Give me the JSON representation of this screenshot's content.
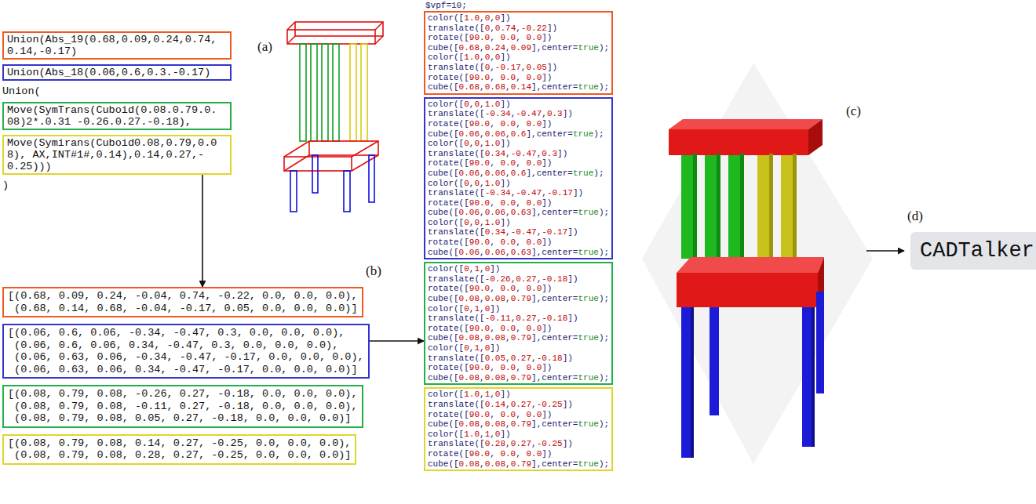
{
  "diagram": {
    "nodes": [
      {
        "text": [
          "Union(Abs_19(0.68,0.09,0.24,0.74, 0.14,-0.17)"
        ]
      },
      {
        "text": [
          "Union(Abs_18(0.06,0.6,0.3.-0.17)"
        ]
      },
      {
        "text": [
          "Move(SymTrans(Cuboid(0.08.0.79.0. 08)2*.0.31 -0.26.0.27.-0.18),"
        ]
      },
      {
        "text": [
          "Move(Symirans(Cuboid0.08,0.79,0.0 8), AX,INT#1#,0.14),0.14,0.27,- 0.25)))"
        ]
      },
      {
        "text": [
          "[(0.68, 0.09, 0.24, -0.04, 0.74, -0.22, 0.0, 0.0, 0.0),",
          "(0.68, 0.14, 0.68, -0.04, -0.17, 0.05, 0.0, 0.0, 0.0)]"
        ]
      },
      {
        "text": [
          "[(0.06, 0.6, 0.06, -0.34, -0.47, 0.3, 0.0, 0.0, 0.0),",
          "(0.06, 0.6, 0.06, 0.34, -0.47, 0.3, 0.0, 0.0, 0.0),",
          "(0.06, 0.63, 0.06, -0.34, -0.47, -0.17, 0.0, 0.0, 0.0),",
          "(0.06, 0.63, 0.06, 0.34, -0.47, -0.17, 0.0, 0.0, 0.0)]"
        ]
      },
      {
        "text": [
          "[(0.08, 0.79, 0.08, -0.26, 0.27, -0.18, 0.0, 0.0, 0.0),",
          "(0.08, 0.79, 0.08, -0.11, 0.27, -0.18, 0.0, 0.0, 0.0),",
          "(0.08, 0.79, 0.08, 0.05, 0.27, -0.18, 0.0, 0.0, 0.0)]"
        ]
      },
      {
        "text": [
          "[(0.08, 0.79, 0.08, 0.14, 0.27, -0.25, 0.0, 0.0, 0.0),",
          "(0.08, 0.79, 0.08, 0.28, 0.27, -0.25, 0.0, 0.0, 0.0)]"
        ]
      },
      {
        "text": [
          "color([1.0,0,0])",
          "translate([0,0.74,-0.22])",
          "rotate([90.0, 0.0, 0.0])",
          "cube([0.68,0.24,0.09],center=true);",
          "color([1.0,0,0])",
          "translate([0,-0.17,0.05])",
          "rotate([90.0, 0.0, 0.0])",
          "cube([0.68,0.68,0.14],center=true);"
        ]
      },
      {
        "text": [
          "color([0,0,1.0])",
          "translate([-0.34,-0.47,0.3])",
          "rotate([90.0, 0.0, 0.0])",
          "cube([0.06,0.06,0.6],center=true);",
          "color([0,0,1.0])",
          "translate([0.34,-0.47,0.3])",
          "rotate([90.0, 0.0, 0.0])",
          "cube([0.06,0.06,0.6],center=true);",
          "color([0,0,1.0])",
          "translate([-0.34,-0.47,-0.17])",
          "rotate([90.0, 0.0, 0.0])",
          "cube([0.06,0.06,0.63],center=true);",
          "color([0,0,1.0])",
          "translate([0.34,-0.47,-0.17])",
          "rotate([90.0, 0.0, 0.0])",
          "cube([0.06,0.06,0.63],center=true);"
        ]
      },
      {
        "text": [
          "color([0,1,0])",
          "translate([-0.26,0.27,-0.18])",
          "rotate([90.0, 0.0, 0.0])",
          "cube([0.08,0.08,0.79],center=true);",
          "color([0,1,0])",
          "translate([-0.11,0.27,-0.18])",
          "rotate([90.0, 0.0, 0.0])",
          "cube([0.08,0.08,0.79],center=true);",
          "color([0,1,0])",
          "translate([0.05,0.27,-0.18])",
          "rotate([90.0, 0.0, 0.0])",
          "cube([0.08,0.08,0.79],center=true);"
        ]
      },
      {
        "text": [
          "color([1.0,1,0])",
          "translate([0.14,0.27,-0.25])",
          "rotate([90.0, 0.0, 0.0])",
          "cube([0.08,0.08,0.79],center=true);",
          "color([1.0,1,0])",
          "translate([0.28,0.27,-0.25])",
          "rotate([90.0, 0.0, 0.0])",
          "cube([0.08,0.08,0.79],center=true);"
        ]
      },
      {
        "text": [
          "CADTalker"
        ]
      }
    ],
    "edges": [
      {
        "from": 3,
        "to": 4,
        "arrow": "to"
      },
      {
        "from": 5,
        "to": 10,
        "arrow": "to"
      }
    ],
    "labels": [
      "(a)",
      "Union(",
      ")",
      "(b)",
      "$vpf=10;",
      "(c)",
      "(d)"
    ]
  }
}
